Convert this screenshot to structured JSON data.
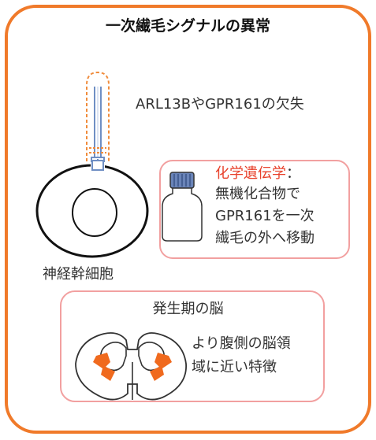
{
  "title": "一次繊毛シグナルの異常",
  "cilium_condition": "ARL13BやGPR161の欠失",
  "cell_label": "神経幹細胞",
  "chemical_box": {
    "heading": "化学遺伝学",
    "colon": "：",
    "lines": [
      "無機化合物で",
      "GPR161を一次",
      "繊毛の外へ移動"
    ]
  },
  "brain_box": {
    "title": "発生期の脳",
    "lines": [
      "より腹側の脳領",
      "域に近い特徴"
    ]
  },
  "colors": {
    "frame": "#f07a2a",
    "box_border": "#f2a0a0",
    "highlight_text": "#e8412b",
    "cilium_outline": "#f08c3c",
    "axoneme": "#6f8fc4",
    "brain_marker": "#f06a1e",
    "bottle_cap": "#6a84b8"
  }
}
